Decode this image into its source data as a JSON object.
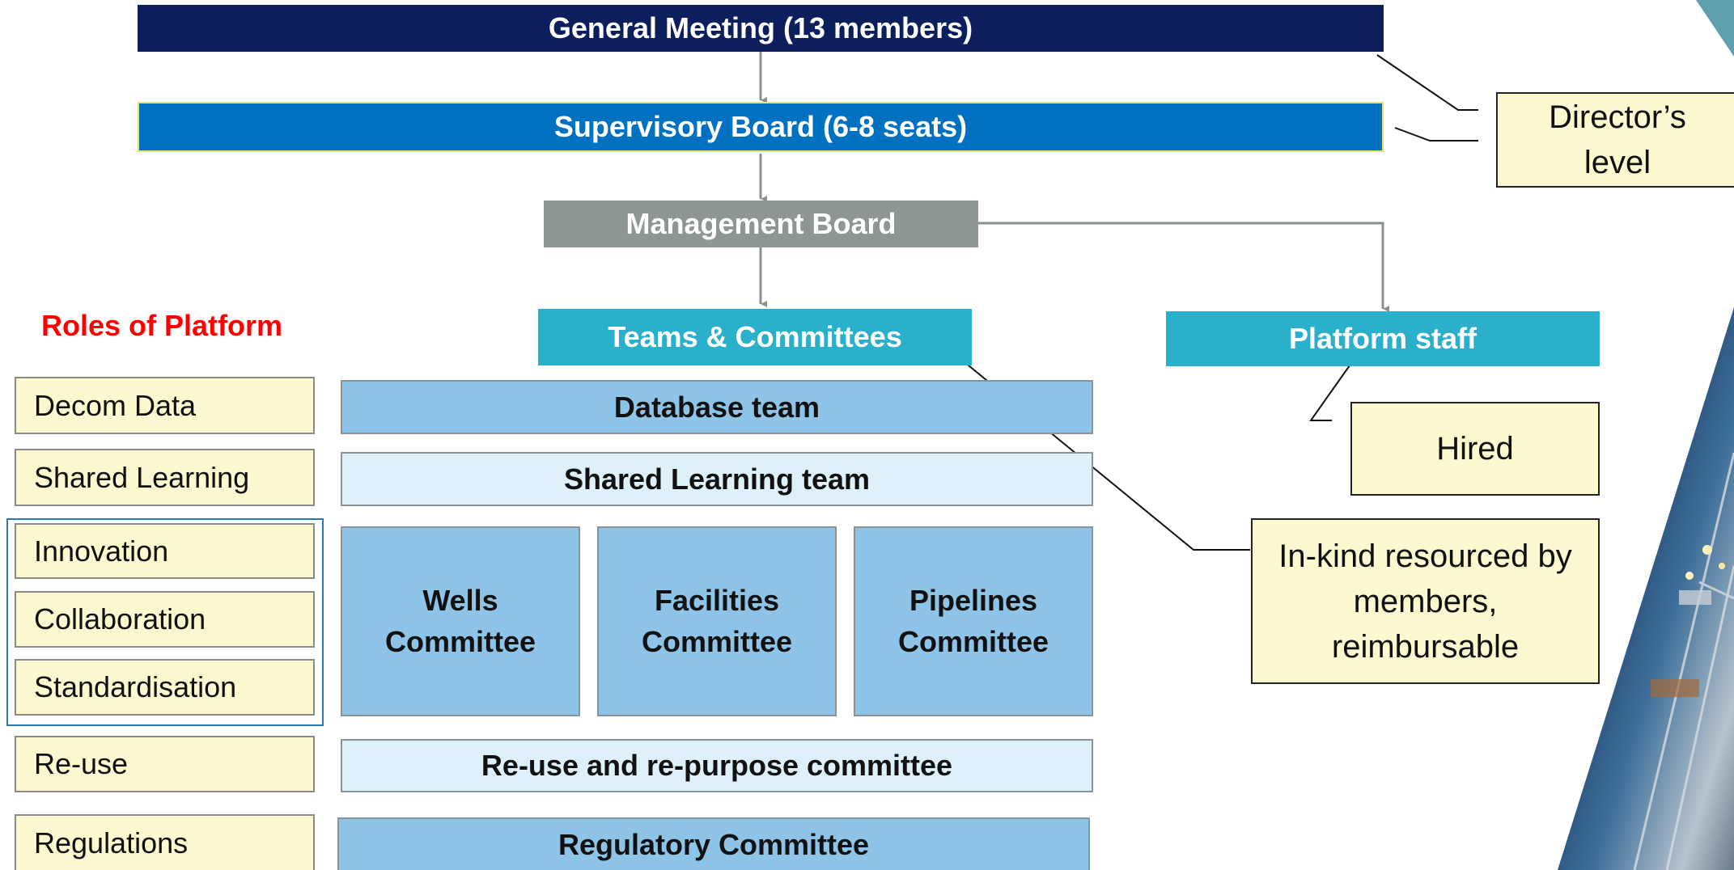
{
  "top": {
    "general_meeting": "General Meeting (13 members)",
    "supervisory_board": "Supervisory Board (6-8 seats)",
    "management_board": "Management Board",
    "teams_committees": "Teams & Committees",
    "platform_staff": "Platform staff"
  },
  "notes": {
    "directors_level": "Director’s level",
    "hired": "Hired",
    "in_kind": "In-kind resourced by members, reimbursable"
  },
  "roles_title": "Roles of Platform",
  "roles": [
    "Decom Data",
    "Shared Learning",
    "Innovation",
    "Collaboration",
    "Standardisation",
    "Re-use",
    "Regulations"
  ],
  "teams": {
    "database": "Database team",
    "shared_learning": "Shared Learning team",
    "wells": "Wells Committee",
    "facilities": "Facilities Committee",
    "pipelines": "Pipelines Committee",
    "reuse": "Re-use and re-purpose committee",
    "regulatory": "Regulatory Committee"
  },
  "colors": {
    "navy": "#0c1f5c",
    "blue": "#0070c0",
    "grey": "#8f9796",
    "teal": "#2bb0cb",
    "light_blue": "#8ec4e8",
    "very_light_blue": "#def1fb",
    "note_yellow": "#fcf8cf",
    "roles_title_red": "#ff0000"
  }
}
